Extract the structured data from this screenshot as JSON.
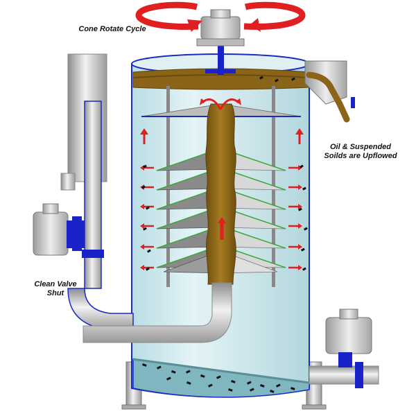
{
  "labels": {
    "cone_rotate": "Cone Rotate Cycle",
    "oil_line1": "Oil & Suspended",
    "oil_line2": "Soilds are Upflowed",
    "valve_line1": "Clean Valve",
    "valve_line2": "Shut"
  },
  "colors": {
    "tank_fill": "#cfe9ee",
    "tank_outline": "#1a2bbf",
    "sludge": "#8a6418",
    "pipe": "#c9c9c9",
    "arrow_red": "#e02020",
    "valve_blue": "#1a23c8",
    "cone_dark": "#8a8a8a",
    "cone_light": "#d8d8d8",
    "cone_edge": "#3aa83a"
  },
  "icons": {
    "rotation": "circular-rotation-arrows",
    "valve": "gate-valve-icon",
    "flow": "red-flow-arrow"
  }
}
